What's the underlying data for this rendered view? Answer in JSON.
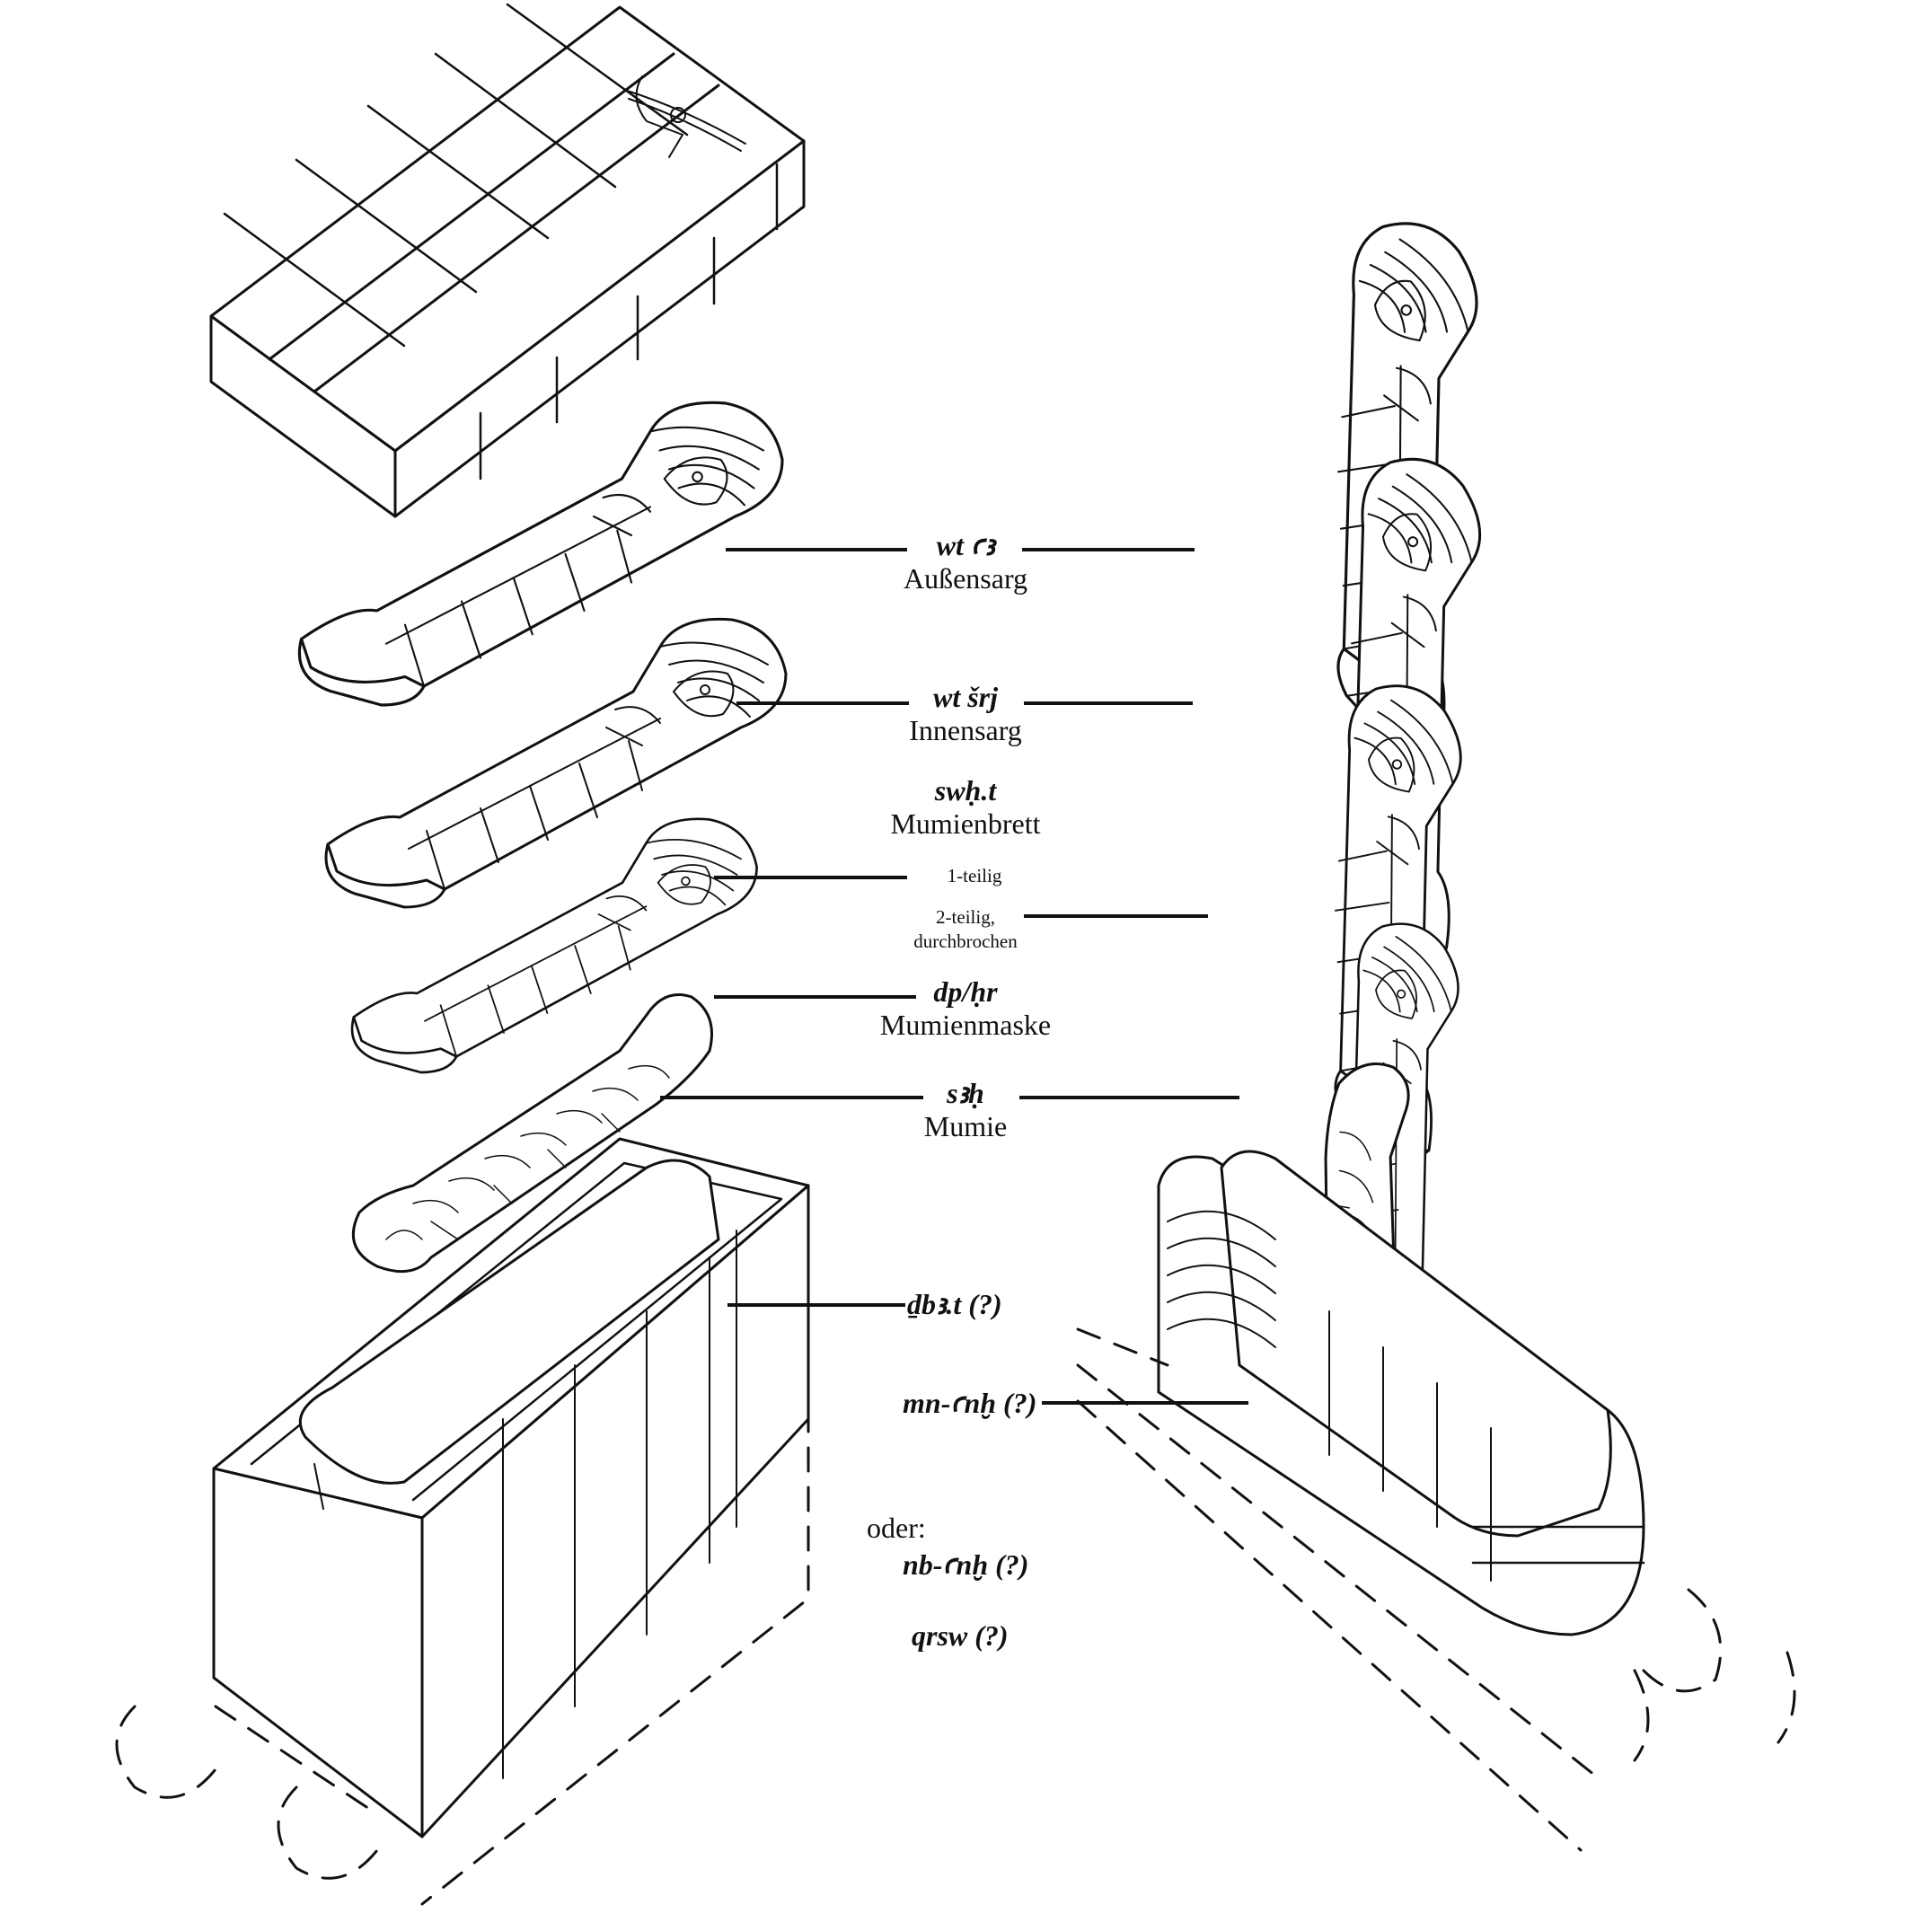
{
  "labels": {
    "outer_coffin": {
      "term": "wt ꜥꜣ",
      "name": "Außensarg"
    },
    "inner_coffin": {
      "term": "wt šrj",
      "name": "Innensarg"
    },
    "mummy_board": {
      "term": "swḥ.t",
      "name": "Mumienbrett",
      "one_piece": "1-teilig",
      "two_piece_1": "2-teilig,",
      "two_piece_2": "durchbrochen"
    },
    "mask": {
      "term": "dp/ḥr",
      "name": "Mumienmaske"
    },
    "mummy": {
      "term": "sꜣḥ",
      "name": "Mumie"
    },
    "sarcophagus_box": {
      "term": "ḏbꜣ.t (?)"
    },
    "anthropoid_sarcophagus": {
      "term": "mn-ꜥnḫ (?)"
    },
    "alternatives": {
      "oder": "oder:",
      "term1": "nb-ꜥnḫ (?)",
      "term2": "qrsw (?)"
    }
  },
  "icons": [
    "winged-goddess-icon",
    "face-icon",
    "crossed-arms-icon"
  ]
}
